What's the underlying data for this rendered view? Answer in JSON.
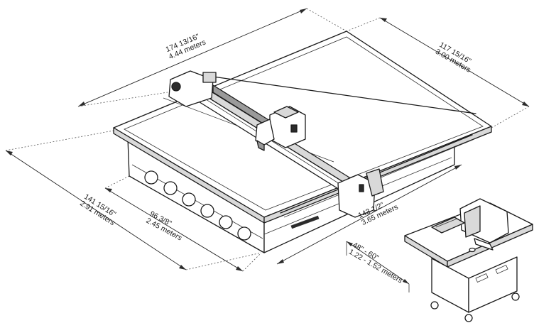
{
  "dimensions": {
    "overall_length": {
      "imperial": "174 13/16\"",
      "metric": "4.44 meters"
    },
    "overall_width": {
      "imperial": "117 15/16\"",
      "metric": "3.00 meters"
    },
    "table_depth": {
      "imperial": "141 15/16\"",
      "metric": "2.91 meters"
    },
    "inner_width": {
      "imperial": "96 3/8\"",
      "metric": "2.45 meters"
    },
    "table_length": {
      "imperial": "143 1/2\"",
      "metric": "3.65 meters"
    },
    "workstation_gap": {
      "imperial": "48\" - 60\"",
      "metric": "1.22 - 1.52 meters"
    }
  }
}
